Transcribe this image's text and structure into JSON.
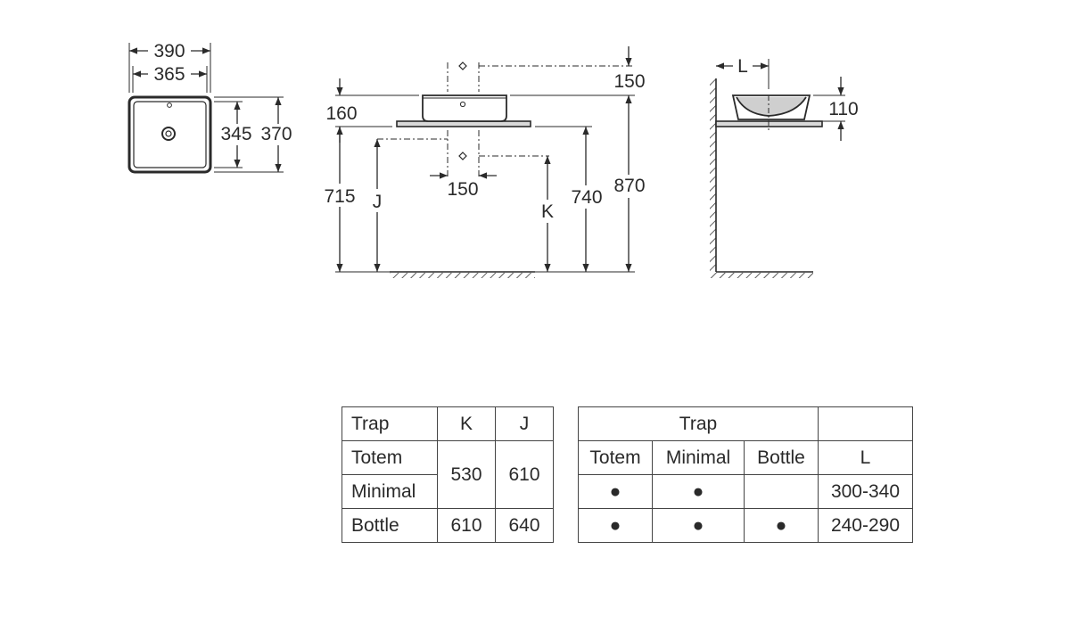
{
  "top_view": {
    "outer_width": "390",
    "inner_width": "365",
    "inner_depth": "345",
    "outer_depth": "370"
  },
  "front_view": {
    "tap_spacing_top": "150",
    "basin_height": "160",
    "tap_spacing_bottom": "150",
    "counter_height": "715",
    "j_label": "J",
    "k_label": "K",
    "drain_height": "740",
    "total_height": "870"
  },
  "side_view": {
    "l_label": "L",
    "basin_depth": "110"
  },
  "table_kj": {
    "headers": [
      "Trap",
      "K",
      "J"
    ],
    "rows": [
      {
        "name": "Totem"
      },
      {
        "name": "Minimal"
      },
      {
        "name": "Bottle",
        "k": "610",
        "j": "640"
      }
    ],
    "merged_k": "530",
    "merged_j": "610"
  },
  "table_trap": {
    "header": "Trap",
    "columns": [
      "Totem",
      "Minimal",
      "Bottle",
      "L"
    ],
    "rows": [
      {
        "totem": "●",
        "minimal": "●",
        "bottle": "",
        "l": "300-340"
      },
      {
        "totem": "●",
        "minimal": "●",
        "bottle": "●",
        "l": "240-290"
      }
    ]
  }
}
